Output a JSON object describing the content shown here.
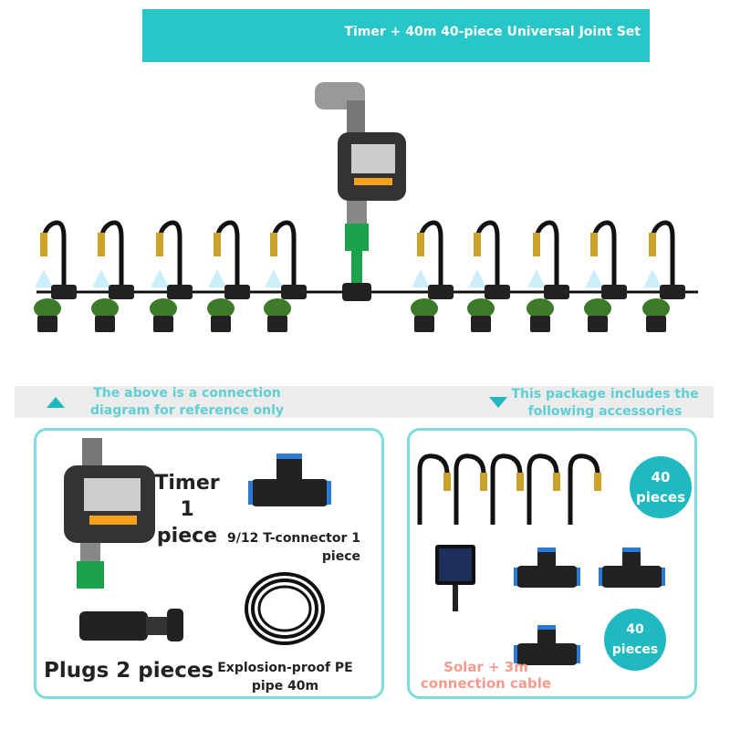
{
  "banner": {
    "title": "Timer + 40m 40-piece Universal Joint Set",
    "color": "#26c6c9"
  },
  "band": {
    "left_note": "The above is a connection diagram for reference only",
    "right_note": "This package includes the following accessories",
    "left_icon": "triangle-up-icon",
    "right_icon": "triangle-down-icon"
  },
  "left_box": {
    "timer_label_1": "Timer",
    "timer_label_2": "1",
    "timer_label_3": "piece",
    "tconnector_label": "9/12 T-connector 1 piece",
    "plugs_label": "Plugs 2 pieces",
    "pipe_label": "Explosion-proof PE pipe 40m"
  },
  "right_box": {
    "hoses_badge": "40 pieces",
    "connectors_badge": "40 pieces",
    "solar_label": "Solar + 3m connection cable"
  },
  "colors": {
    "accent": "#26c6c9",
    "border": "#7fdcdc",
    "solar_text": "#f19c8f"
  }
}
